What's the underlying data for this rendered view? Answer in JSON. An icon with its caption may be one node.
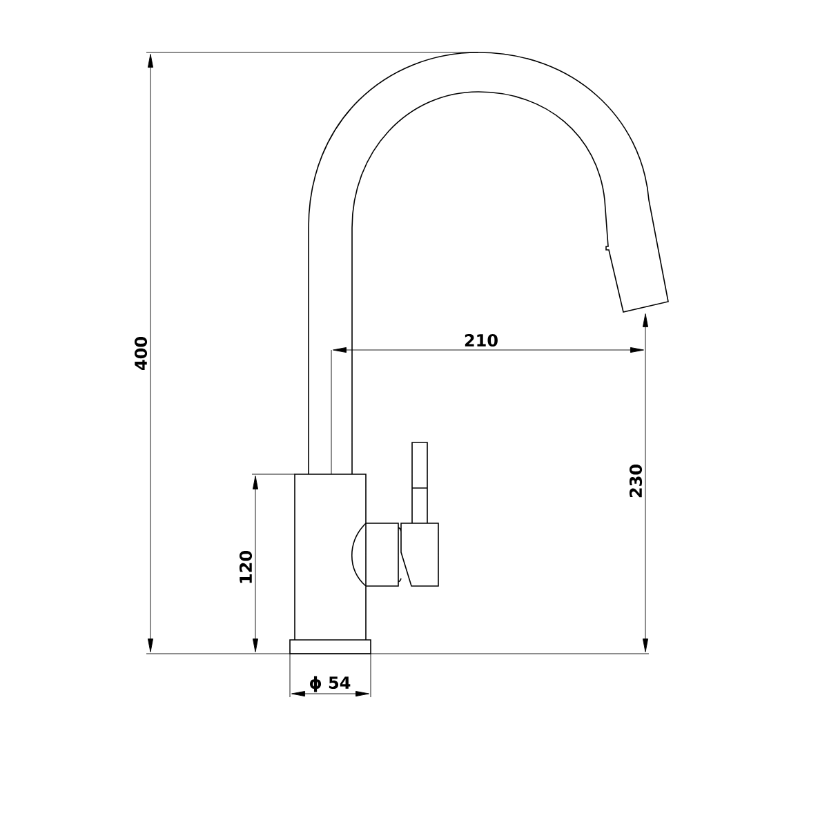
{
  "diagram": {
    "labels": [
      "400",
      "210",
      "230",
      "120",
      "ϕ 54"
    ]
  }
}
